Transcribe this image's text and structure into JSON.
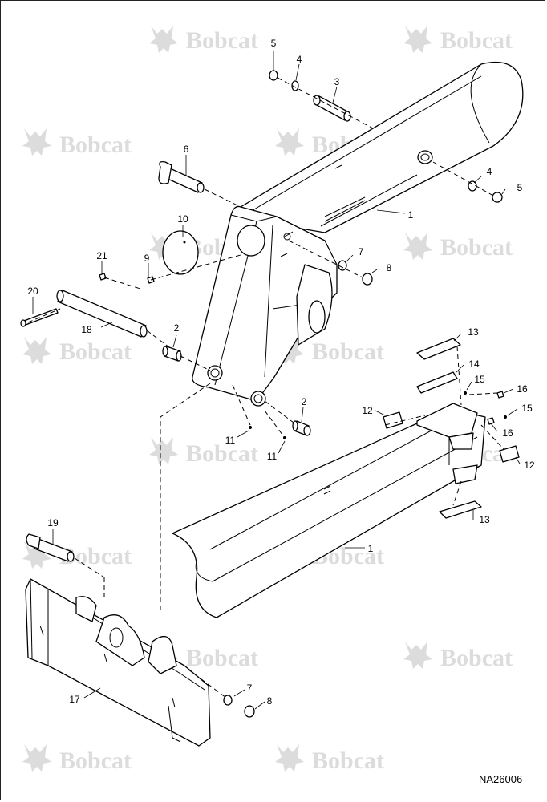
{
  "watermark": {
    "text": "Bobcat"
  },
  "diagram_ref": "NA26006",
  "callouts": {
    "c5a": "5",
    "c4a": "4",
    "c3": "3",
    "c6": "6",
    "c4b": "4",
    "c5b": "5",
    "c1a": "1",
    "c10": "10",
    "c9": "9",
    "c7a": "7",
    "c8a": "8",
    "c21": "21",
    "c20": "20",
    "c18": "18",
    "c2a": "2",
    "c2b": "2",
    "c11a": "11",
    "c11b": "11",
    "c13a": "13",
    "c14": "14",
    "c15a": "15",
    "c16a": "16",
    "c12a": "12",
    "c15b": "15",
    "c16b": "16",
    "c12b": "12",
    "c13b": "13",
    "c1b": "1",
    "c19": "19",
    "c17": "17",
    "c7b": "7",
    "c8b": "8"
  }
}
